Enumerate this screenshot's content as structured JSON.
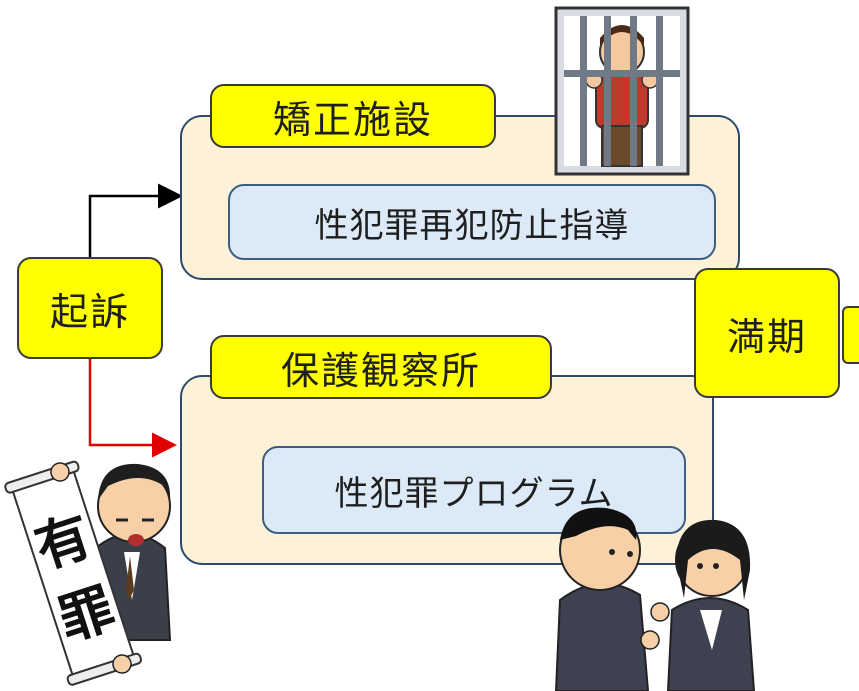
{
  "nodes": {
    "kikkyo": "起訴",
    "kyosei": "矯正施設",
    "kyosei_program": "性犯罪再犯防止指導",
    "hogo": "保護観察所",
    "hogo_program": "性犯罪プログラム",
    "manki": "満期"
  },
  "illustrations": {
    "prison": "prisoner-behind-bars-icon",
    "guilty": "man-holding-guilty-scroll-icon",
    "scroll_text_1": "有",
    "scroll_text_2": "罪",
    "meeting": "two-people-talking-icon"
  },
  "colors": {
    "label_fill": "#ffff00",
    "panel_fill": "#fdf2d8",
    "panel_border": "#2e4a6b",
    "program_fill": "#dce9f6",
    "arrow_black": "#000000",
    "arrow_red": "#e00000"
  }
}
